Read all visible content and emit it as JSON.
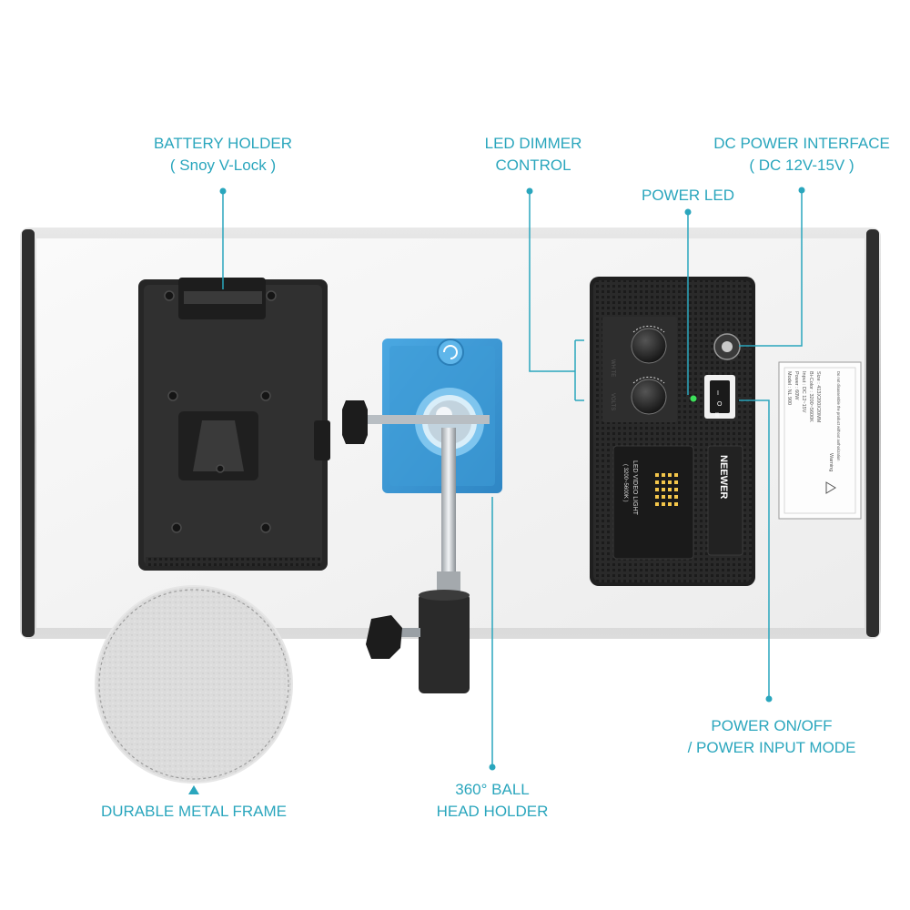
{
  "callouts": {
    "battery_holder": {
      "title": "BATTERY HOLDER",
      "sub": "( Snoy V-Lock )"
    },
    "dimmer": {
      "line1": "LED DIMMER",
      "line2": "CONTROL"
    },
    "dc_power": {
      "title": "DC POWER INTERFACE",
      "sub": "( DC 12V-15V )"
    },
    "power_led": {
      "title": "POWER LED"
    },
    "power_switch": {
      "line1": "POWER ON/OFF",
      "line2": "/ POWER INPUT MODE"
    },
    "ball_head": {
      "line1": "360° BALL",
      "line2": "HEAD HOLDER"
    },
    "frame": {
      "title": "DURABLE METAL FRAME"
    }
  },
  "control_box": {
    "knob_labels": [
      "WH TE",
      "VOLTS"
    ],
    "badge_line1": "LED VIDEO LIGHT",
    "badge_line2": "( 3200~5600K )",
    "brand": "NEEWER",
    "switch_marks": [
      "I",
      "O",
      "II"
    ]
  },
  "spec_label": {
    "lines": [
      "Model : NL 900",
      "Power : 60W",
      "Input : DC 12~15V",
      "Bi-Color : 3200~5600K",
      "Size : 413X200X20MM"
    ],
    "warning_title": "Warning",
    "warning_text": "Do not disassemble the product without authorization"
  },
  "colors": {
    "accent": "#2aa6bd",
    "mount_blue": "#3d9bd6",
    "panel": "#f3f3f3",
    "frame": "#b8b8b8",
    "device_dark": "#2b2b2b"
  }
}
